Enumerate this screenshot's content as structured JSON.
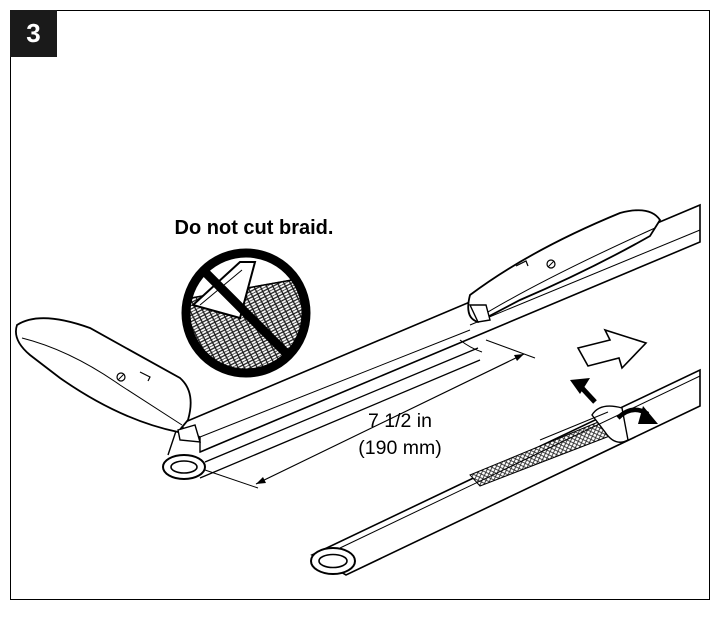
{
  "step": {
    "number": "3"
  },
  "warning": {
    "text": "Do not cut braid."
  },
  "dimension": {
    "imperial": "7 1/2 in",
    "metric": "(190 mm)"
  },
  "icons": [
    "prohibition-icon",
    "utility-knife-icon",
    "direction-arrow-icon",
    "peel-arrow-icon",
    "twist-arrow-icon"
  ]
}
